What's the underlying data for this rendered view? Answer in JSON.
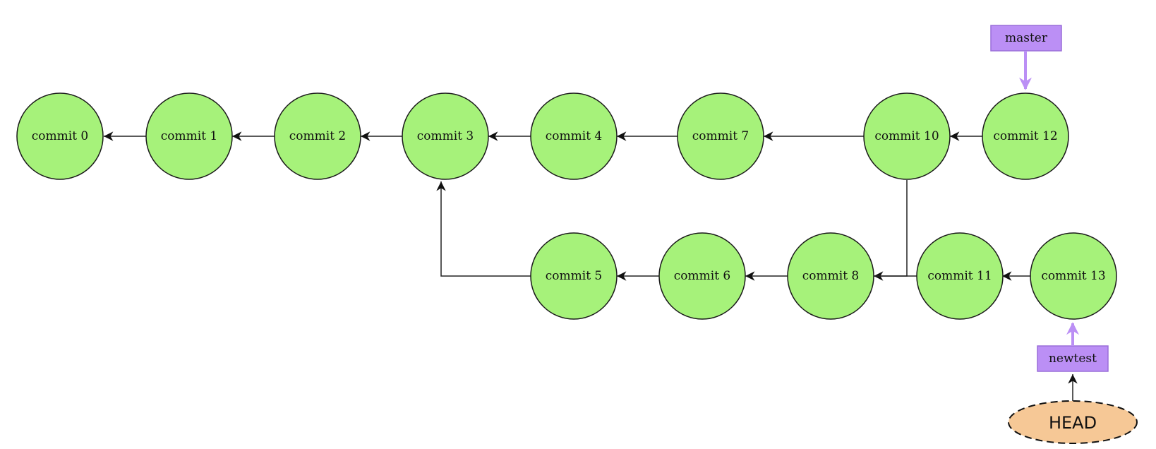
{
  "commits": [
    {
      "id": "c0",
      "label": "commit 0"
    },
    {
      "id": "c1",
      "label": "commit 1"
    },
    {
      "id": "c2",
      "label": "commit 2"
    },
    {
      "id": "c3",
      "label": "commit 3"
    },
    {
      "id": "c4",
      "label": "commit 4"
    },
    {
      "id": "c7",
      "label": "commit 7"
    },
    {
      "id": "c10",
      "label": "commit 10"
    },
    {
      "id": "c12",
      "label": "commit 12"
    },
    {
      "id": "c5",
      "label": "commit 5"
    },
    {
      "id": "c6",
      "label": "commit 6"
    },
    {
      "id": "c8",
      "label": "commit 8"
    },
    {
      "id": "c11",
      "label": "commit 11"
    },
    {
      "id": "c13",
      "label": "commit 13"
    }
  ],
  "parents": [
    {
      "from": "c1",
      "to": "c0"
    },
    {
      "from": "c2",
      "to": "c1"
    },
    {
      "from": "c3",
      "to": "c2"
    },
    {
      "from": "c4",
      "to": "c3"
    },
    {
      "from": "c7",
      "to": "c4"
    },
    {
      "from": "c10",
      "to": "c7"
    },
    {
      "from": "c12",
      "to": "c10"
    },
    {
      "from": "c5",
      "to": "c3"
    },
    {
      "from": "c6",
      "to": "c5"
    },
    {
      "from": "c8",
      "to": "c6"
    },
    {
      "from": "c10",
      "to": "c8"
    },
    {
      "from": "c11",
      "to": "c8"
    },
    {
      "from": "c13",
      "to": "c11"
    }
  ],
  "branches": [
    {
      "name": "master",
      "target": "c12"
    },
    {
      "name": "newtest",
      "target": "c13"
    }
  ],
  "head": {
    "label": "HEAD",
    "target": "newtest"
  },
  "colors": {
    "commit_fill": "#a6f27a",
    "branch_fill": "#bb8ff5",
    "head_fill": "#f6c896",
    "edge": "#222222"
  }
}
